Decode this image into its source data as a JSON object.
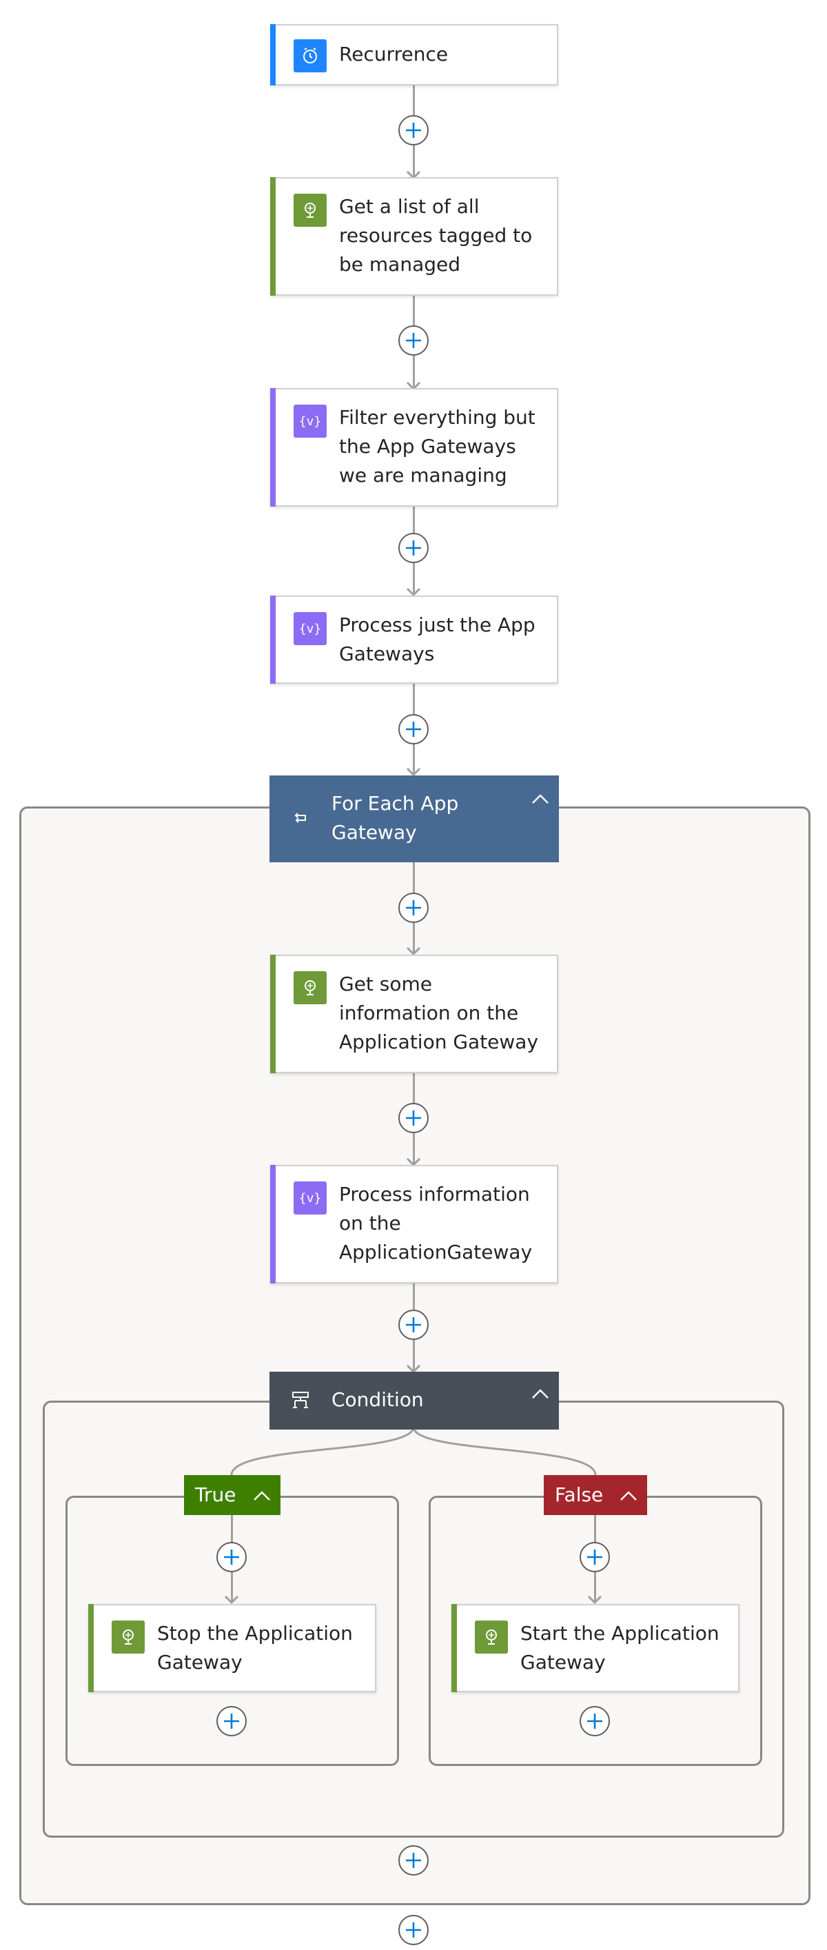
{
  "steps": {
    "recurrence": "Recurrence",
    "get_resources": "Get a list of all resources tagged to be managed",
    "filter": "Filter everything but the App Gateways we are managing",
    "process_gateways": "Process just the App Gateways",
    "foreach": "For Each App Gateway",
    "get_info": "Get some information on the Application Gateway",
    "process_info": "Process information on the ApplicationGateway",
    "condition": "Condition",
    "true_label": "True",
    "false_label": "False",
    "stop_gateway": "Stop the Application Gateway",
    "start_gateway": "Start the Application Gateway"
  },
  "icons": {
    "recurrence": "alarm-clock-icon",
    "resource_manager": "azure-resource-icon",
    "data_operation": "variable-braces-icon",
    "foreach": "loop-icon",
    "condition": "condition-icon",
    "add_step": "plus-icon"
  },
  "colors": {
    "recurrence_accent": "#1f85ff",
    "resource_accent": "#6f9a37",
    "data_accent": "#8c6cf4",
    "foreach_header": "#486991",
    "condition_header": "#484f58",
    "true_branch": "#3e7f00",
    "false_branch": "#a4262c",
    "add_button": "#0078d4"
  }
}
